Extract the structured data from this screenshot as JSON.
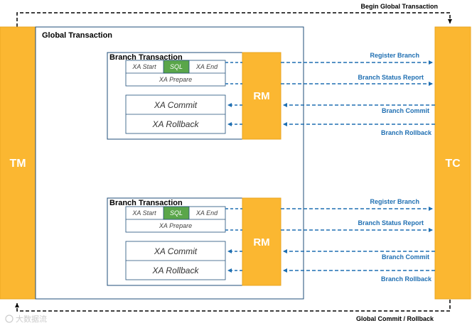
{
  "tm": {
    "label": "TM"
  },
  "tc": {
    "label": "TC"
  },
  "global_transaction": {
    "title": "Global Transaction"
  },
  "top_flow": {
    "label": "Begin Global Transaction"
  },
  "bottom_flow": {
    "label": "Global Commit / Rollback"
  },
  "branches": [
    {
      "title": "Branch Transaction",
      "xa_start": "XA Start",
      "sql": "SQL",
      "xa_end": "XA End",
      "xa_prepare": "XA Prepare",
      "xa_commit": "XA Commit",
      "xa_rollback": "XA Rollback",
      "rm_label": "RM",
      "flows": [
        "Register Branch",
        "Branch Status Report",
        "Branch Commit",
        "Branch Rollback"
      ]
    },
    {
      "title": "Branch Transaction",
      "xa_start": "XA Start",
      "sql": "SQL",
      "xa_end": "XA End",
      "xa_prepare": "XA Prepare",
      "xa_commit": "XA Commit",
      "xa_rollback": "XA Rollback",
      "rm_label": "RM",
      "flows": [
        "Register Branch",
        "Branch Status Report",
        "Branch Commit",
        "Branch Rollback"
      ]
    }
  ],
  "watermark": "大数据流",
  "colors": {
    "block": "#fbb731",
    "block_border": "#e8a420",
    "sql": "#5aa64a",
    "arrow": "#1f6fb2",
    "frame": "#1f4e79"
  }
}
